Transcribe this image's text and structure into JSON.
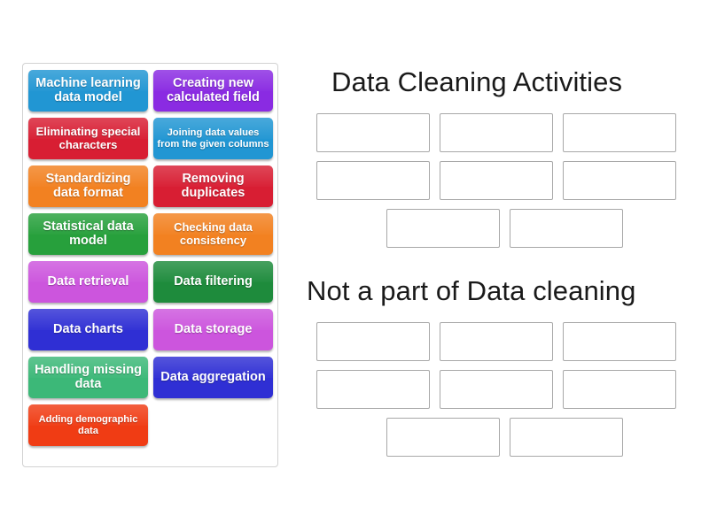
{
  "activity": {
    "type": "sort-into-groups",
    "tile_bank": {
      "name": "answer-tile-bank",
      "columns": [
        {
          "tiles": [
            {
              "label": "Machine learning data model",
              "color": "#2196d3",
              "size": "fs-15"
            },
            {
              "label": "Eliminating special characters",
              "color": "#d81e33",
              "size": "fs-13"
            },
            {
              "label": "Standardizing data format",
              "color": "#f28121",
              "size": "fs-15"
            },
            {
              "label": "Statistical data model",
              "color": "#27a03c",
              "size": "fs-15"
            },
            {
              "label": "Data retrieval",
              "color": "#cc55dd",
              "size": "fs-15"
            },
            {
              "label": "Data charts",
              "color": "#2f2fd4",
              "size": "fs-15"
            },
            {
              "label": "Handling missing data",
              "color": "#3cb878",
              "size": "fs-15"
            },
            {
              "label": "Adding demographic data",
              "color": "#f03c14",
              "size": "fs-11"
            }
          ]
        },
        {
          "tiles": [
            {
              "label": "Creating new calculated field",
              "color": "#8a2be2",
              "size": "fs-15"
            },
            {
              "label": "Joining data values from the given columns",
              "color": "#2196d3",
              "size": "fs-11"
            },
            {
              "label": "Removing duplicates",
              "color": "#d81e33",
              "size": "fs-15"
            },
            {
              "label": "Checking data consistency",
              "color": "#f28121",
              "size": "fs-13"
            },
            {
              "label": "Data filtering",
              "color": "#1e8b3c",
              "size": "fs-15"
            },
            {
              "label": "Data storage",
              "color": "#cc55dd",
              "size": "fs-15"
            },
            {
              "label": "Data aggregation",
              "color": "#2f2fd4",
              "size": "fs-15"
            }
          ]
        }
      ]
    },
    "groups": [
      {
        "title": "Data Cleaning Activities",
        "slot_rows": [
          {
            "count": 3,
            "centered": false
          },
          {
            "count": 3,
            "centered": false
          },
          {
            "count": 2,
            "centered": true
          }
        ],
        "slots_total": 8
      },
      {
        "title": "Not a part of Data cleaning",
        "slot_rows": [
          {
            "count": 3,
            "centered": false
          },
          {
            "count": 3,
            "centered": false
          },
          {
            "count": 2,
            "centered": true
          }
        ],
        "slots_total": 8
      }
    ]
  },
  "colors": {
    "page_background": "#ffffff",
    "bank_border": "#d2d2d2",
    "slot_border": "#a8a8a8",
    "title_text": "#1a1a1a",
    "tile_text": "#ffffff"
  }
}
